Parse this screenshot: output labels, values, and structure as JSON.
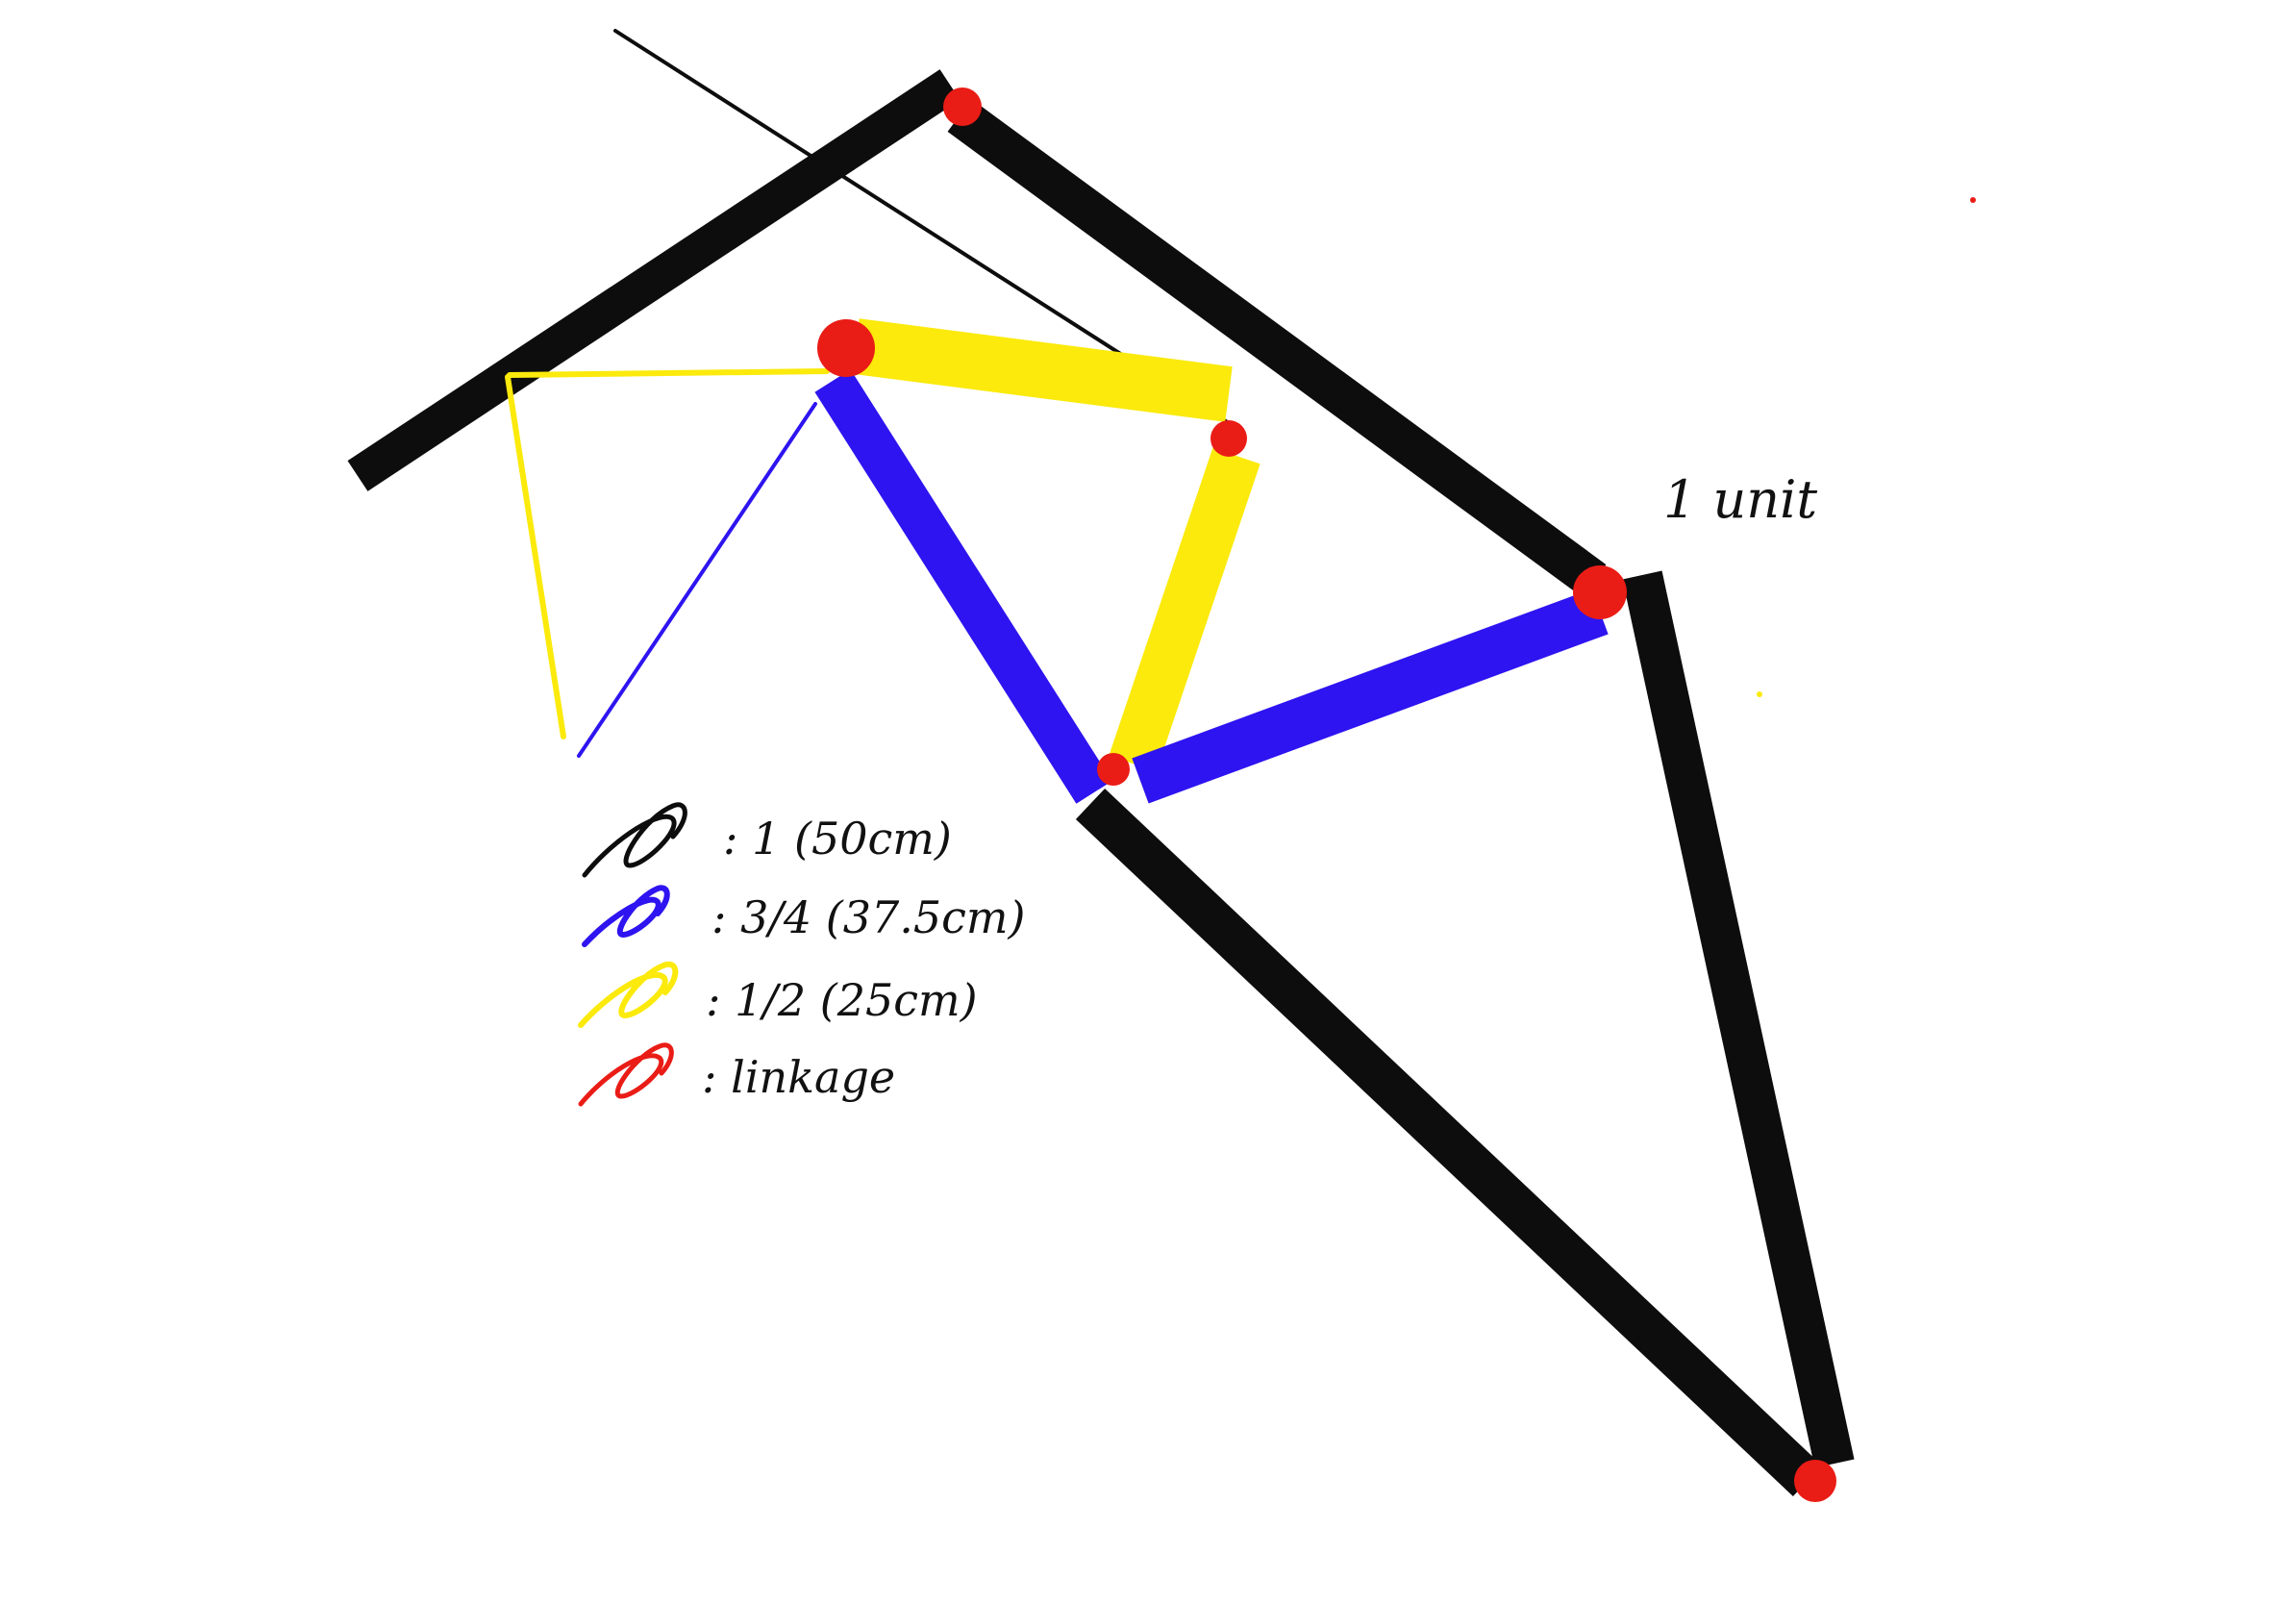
{
  "colors": {
    "background": "#ffffff",
    "unit": "#0d0d0d",
    "three_quarter": "#2e14f0",
    "half": "#fbea0c",
    "linkage": "#ea1c16"
  },
  "annotation": {
    "unit_label": "1 unit"
  },
  "legend": [
    {
      "swatch": "unit",
      "label": ": 1 (50cm)"
    },
    {
      "swatch": "three_quarter",
      "label": ": 3/4 (37.5cm)"
    },
    {
      "swatch": "half",
      "label": ": 1/2 (25cm)"
    },
    {
      "swatch": "linkage",
      "label": ": linkage"
    }
  ]
}
